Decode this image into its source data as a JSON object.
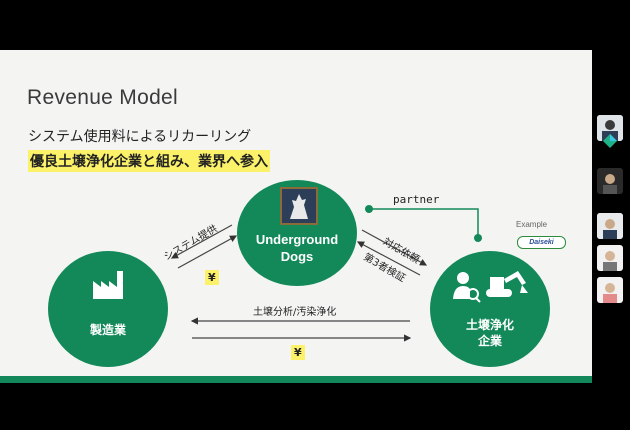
{
  "slide": {
    "title": "Revenue Model",
    "subtitle1": "システム使用料によるリカーリング",
    "subtitle2": "優良土壌浄化企業と組み、業界へ参入"
  },
  "nodes": {
    "underground": {
      "line1": "Underground",
      "line2": "Dogs"
    },
    "manufacturing": {
      "label": "製造業"
    },
    "soil_company": {
      "line1": "土壌浄化",
      "line2": "企業"
    }
  },
  "flows": {
    "system_provision": "システム提供",
    "response_request": "対応依頼",
    "third_party_verification": "第3者検証",
    "soil_analysis": "土壌分析/汚染浄化",
    "yen_left": "¥",
    "yen_bottom": "¥"
  },
  "partner": {
    "label": "partner",
    "example_label": "Example",
    "example_name": "Daiseki"
  },
  "colors": {
    "accent_green": "#13895a",
    "highlight_yellow": "#fbf26a",
    "background": "#f4f5f3"
  }
}
